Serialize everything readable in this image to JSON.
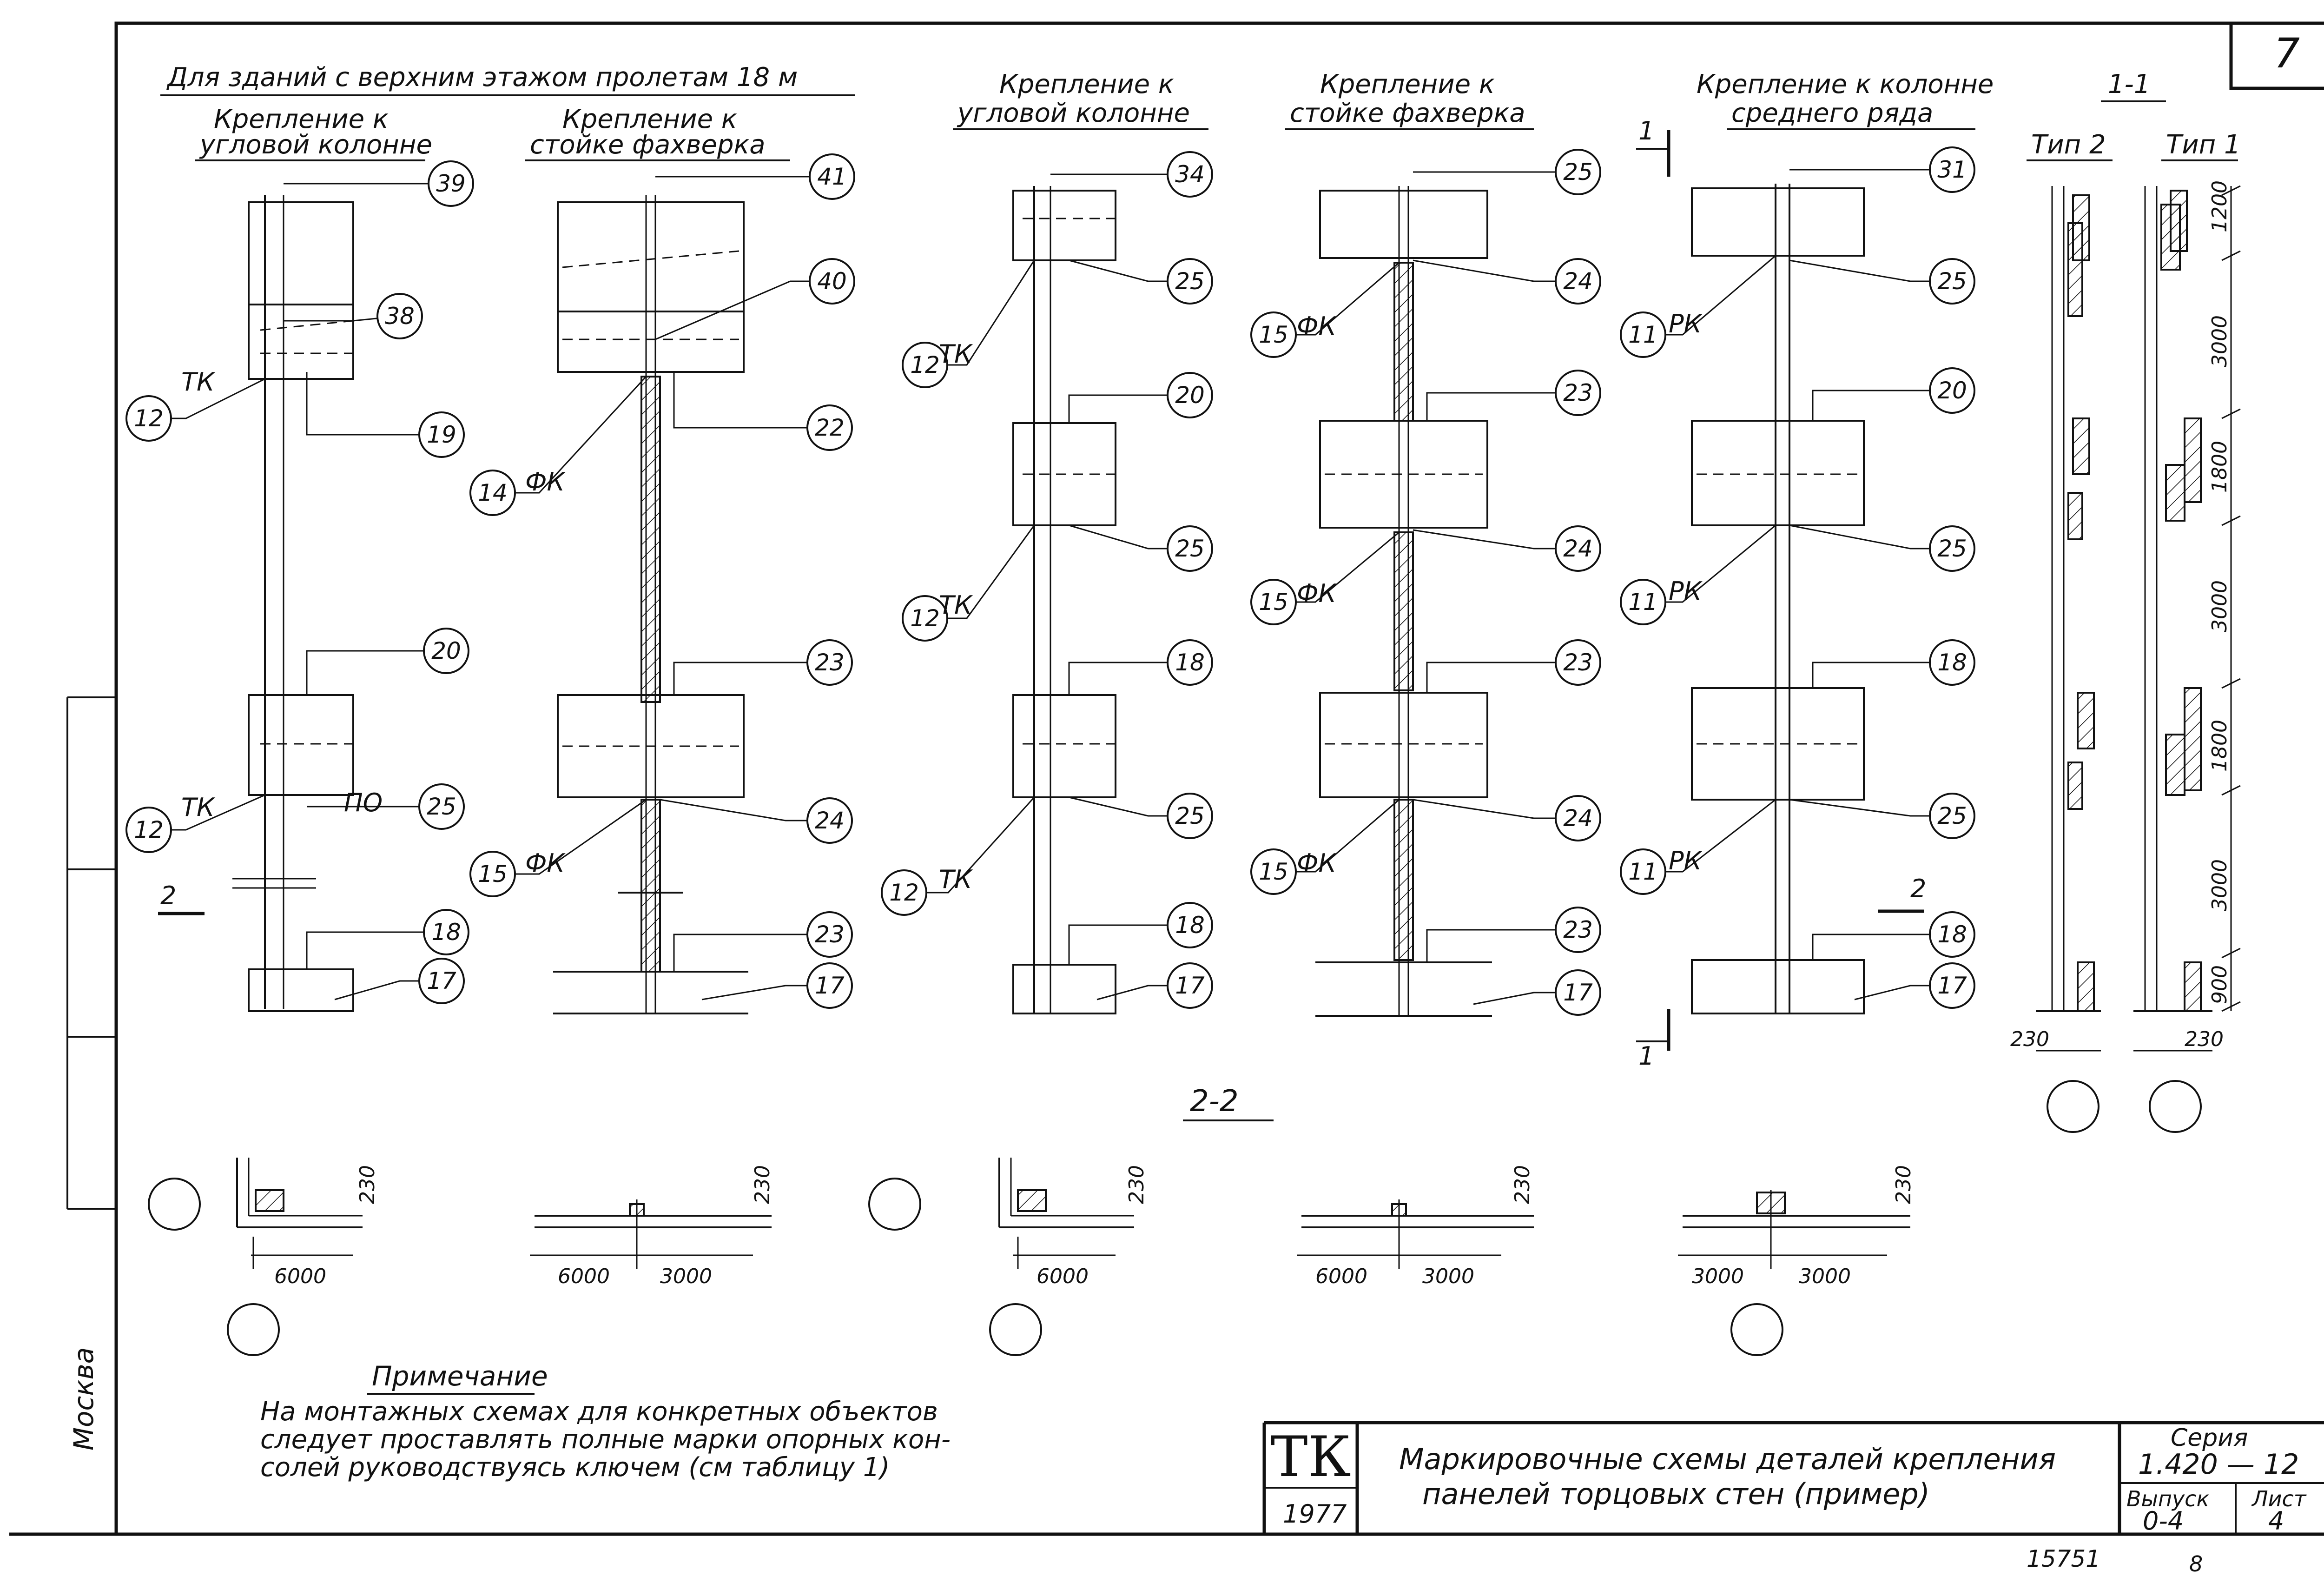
{
  "sheet": {
    "page_number": "7",
    "side_label": "Москва",
    "bottom_code": "15751",
    "bottom_sheet": "8"
  },
  "header": {
    "main": "Для зданий с верхним этажом пролетам 18 м",
    "col1": [
      "Крепление к",
      "угловой колонне"
    ],
    "col2": [
      "Крепление к",
      "стойке фахверка"
    ],
    "col3": [
      "Крепление к",
      "угловой колонне"
    ],
    "col4": [
      "Крепление к",
      "стойке фахверка"
    ],
    "col5": [
      "Крепление к колонне",
      "среднего ряда"
    ],
    "section11": "1-1",
    "tip2": "Тип 2",
    "tip1": "Тип 1",
    "section22": "2-2"
  },
  "marks": {
    "col1": [
      "39",
      "38",
      "12",
      "19",
      "20",
      "12",
      "25",
      "18",
      "17"
    ],
    "col1_tags": [
      "ТК",
      "ТК",
      "ПО"
    ],
    "col2": [
      "41",
      "40",
      "22",
      "14",
      "23",
      "24",
      "15",
      "23",
      "17"
    ],
    "col2_tags": [
      "ФК",
      "ФК"
    ],
    "col3": [
      "34",
      "25",
      "12",
      "20",
      "25",
      "12",
      "18",
      "25",
      "12",
      "18",
      "17"
    ],
    "col3_tags": [
      "ТК",
      "ТК",
      "ТК"
    ],
    "col4": [
      "25",
      "24",
      "15",
      "23",
      "24",
      "15",
      "23",
      "24",
      "15",
      "23",
      "17"
    ],
    "col4_tags": [
      "ФК",
      "ФК",
      "ФК"
    ],
    "col5": [
      "31",
      "25",
      "11",
      "20",
      "25",
      "11",
      "18",
      "25",
      "11",
      "18",
      "17"
    ],
    "col5_tags": [
      "РК",
      "РК",
      "РК"
    ],
    "section_marks": [
      "1",
      "1",
      "2",
      "2"
    ]
  },
  "dims": {
    "section11": [
      "1200",
      "3000",
      "1800",
      "3000",
      "1800",
      "3000",
      "900"
    ],
    "wall": [
      "230",
      "230"
    ],
    "plan": [
      "230",
      "6000",
      "230",
      "6000",
      "3000",
      "230",
      "6000",
      "230",
      "6000",
      "3000",
      "230",
      "3000",
      "3000"
    ]
  },
  "note": {
    "title": "Примечание",
    "lines": [
      "На монтажных схемах для конкретных объектов",
      "следует проставлять полные марки опорных кон-",
      "солей руководствуясь ключем (см таблицу 1)"
    ]
  },
  "stamp": {
    "org": "ТК",
    "year": "1977",
    "title_line1": "Маркировочные схемы деталей крепления",
    "title_line2": "панелей торцовых стен (пример)",
    "series_label": "Серия",
    "series": "1.420 — 12",
    "issue_label": "Выпуск",
    "issue": "0-4",
    "sheet_label": "Лист",
    "sheet": "4"
  }
}
